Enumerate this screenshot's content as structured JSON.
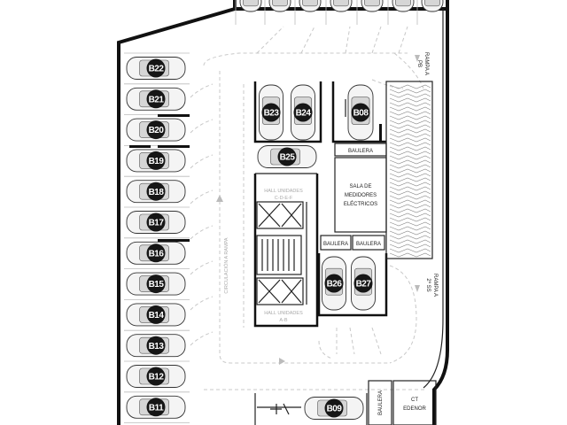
{
  "spaces_left": [
    "B22",
    "B21",
    "B20",
    "B19",
    "B18",
    "B17",
    "B16",
    "B15",
    "B14",
    "B13",
    "B12",
    "B11"
  ],
  "spaces_center": [
    "B23",
    "B24",
    "B08",
    "B25",
    "B26",
    "B27",
    "B09"
  ],
  "labels": {
    "bauleras_top": "BAULERA",
    "bauleras_mid_left": "BAULERA",
    "bauleras_mid_right": "BAULERA",
    "bauleras_bottom": "BAULERA",
    "sala_line1": "SALA DE",
    "sala_line2": "MEDIDORES",
    "sala_line3": "ELÉCTRICOS",
    "hall_top_line1": "HALL UNIDADES",
    "hall_top_line2": "C-D-E-F",
    "hall_bottom_line1": "HALL UNIDADES",
    "hall_bottom_line2": "A-B",
    "ct_line1": "CT",
    "ct_line2": "EDENOR",
    "rampa_pb_line1": "RAMPA A",
    "rampa_pb_line2": "PB",
    "rampa_2ss_line1": "RAMPA A",
    "rampa_2ss_line2": "2º SS",
    "circulacion": "CIRCULACIÓN A RAMPA"
  }
}
